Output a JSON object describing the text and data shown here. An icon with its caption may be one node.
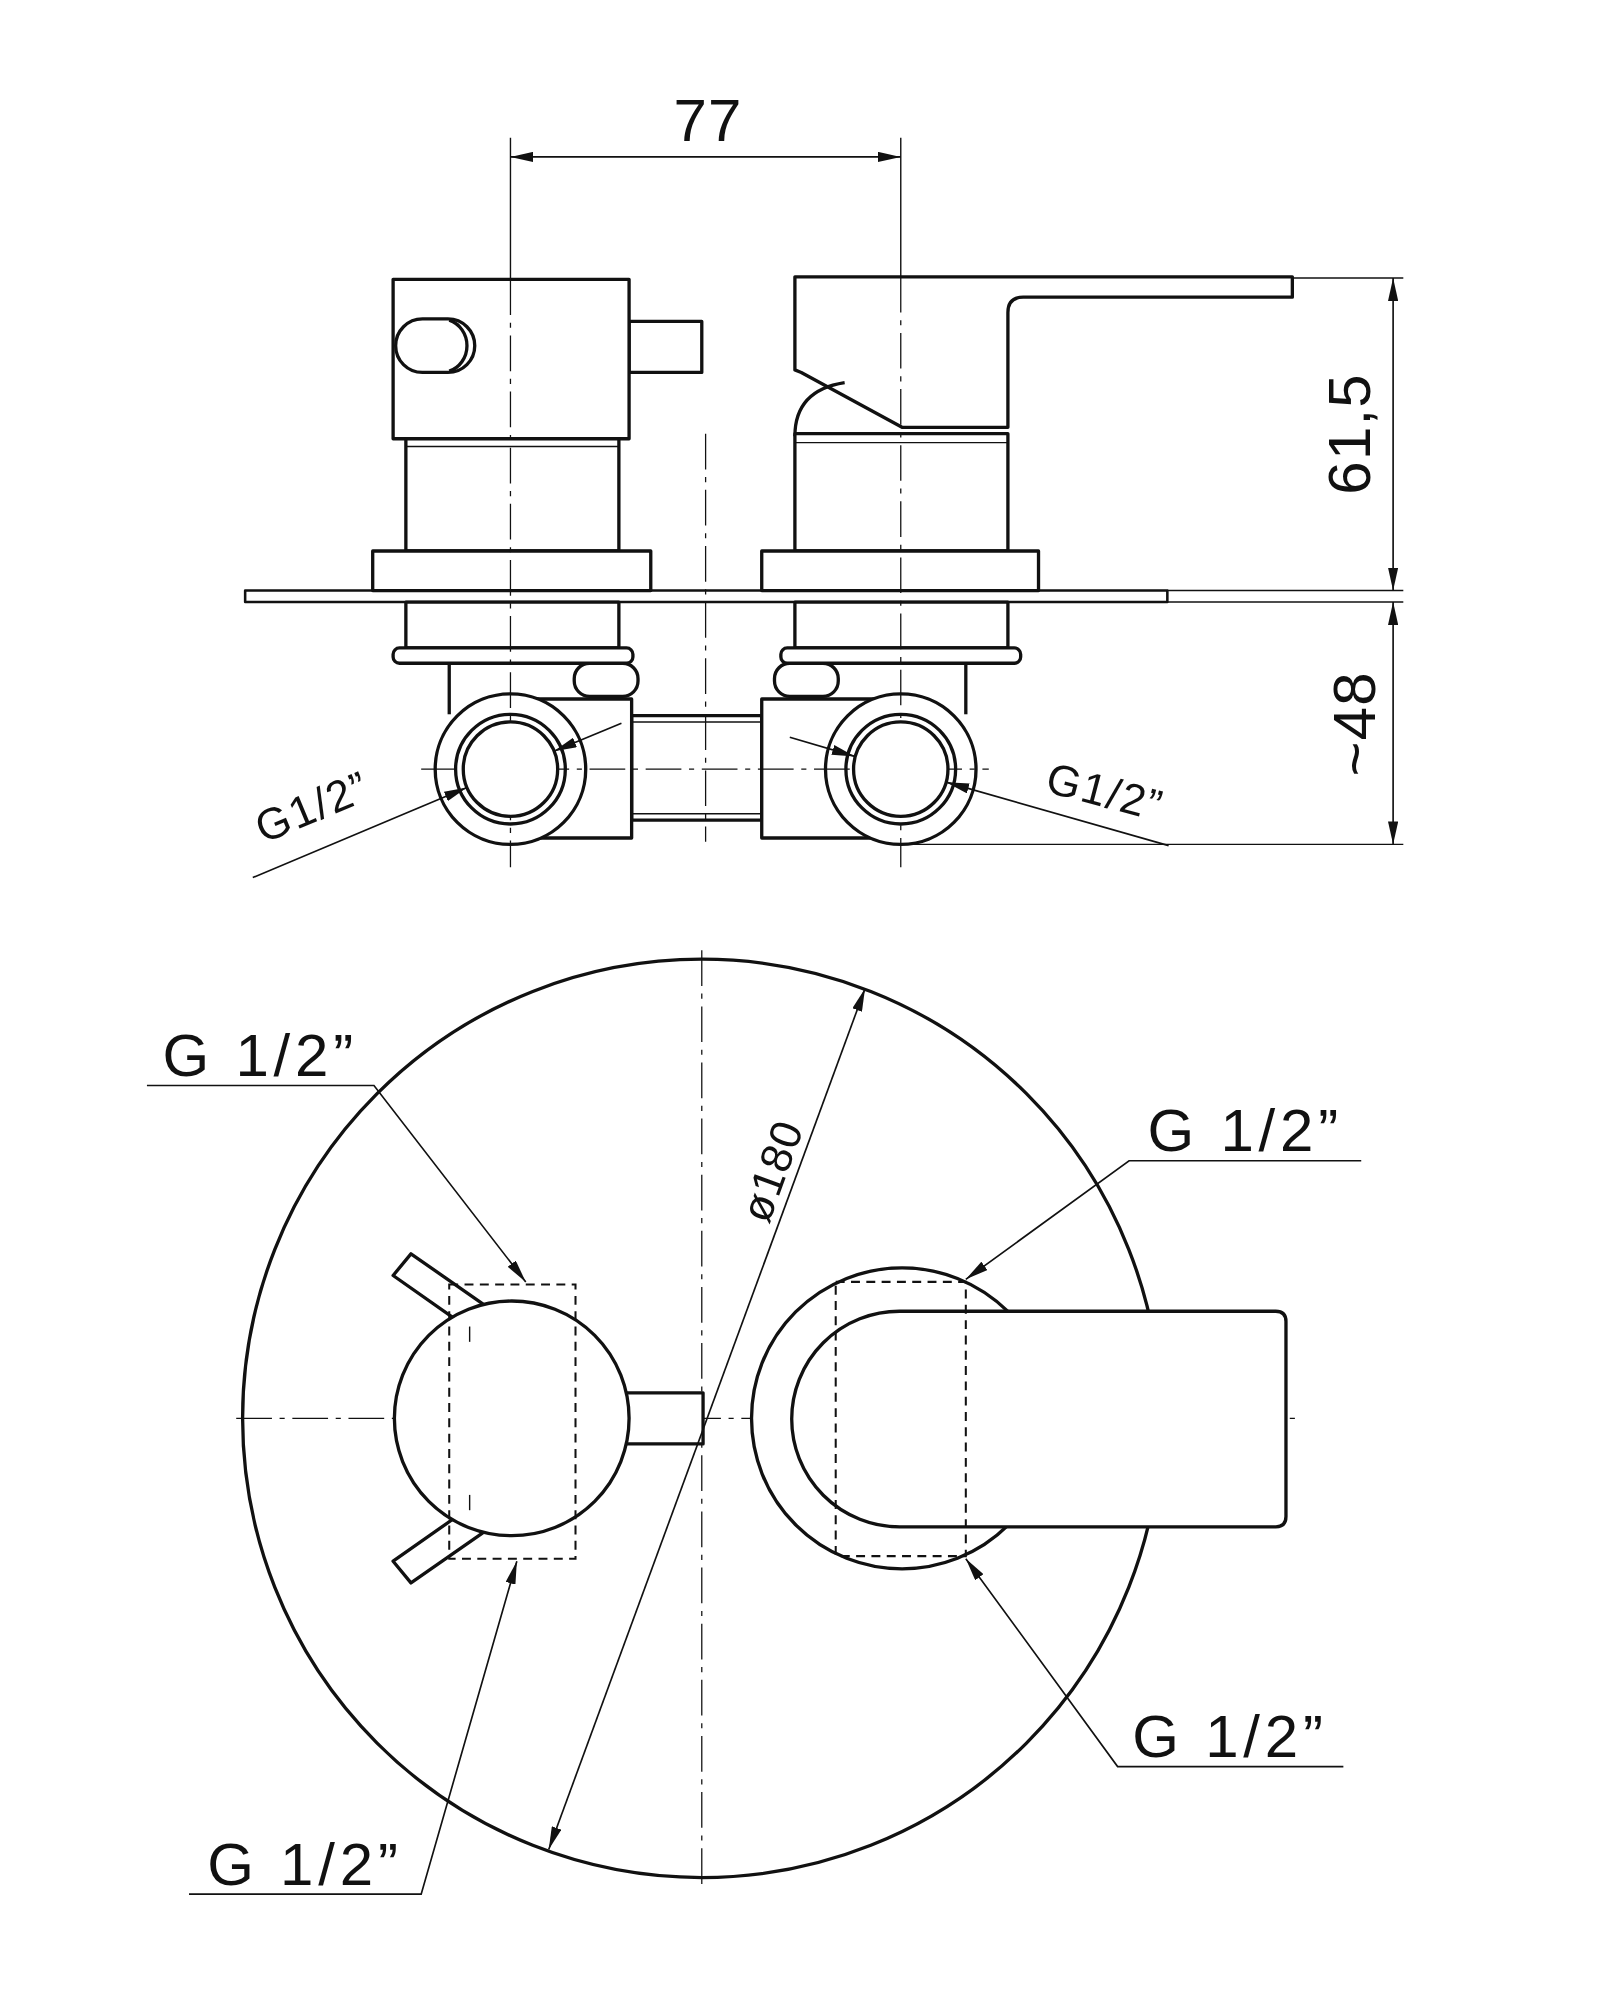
{
  "diagram": {
    "nodes": [
      {
        "text": [
          "G1/2”"
        ]
      },
      {
        "text": [],
        "shape": "circle"
      },
      {
        "text": [
          "G1/2”"
        ]
      },
      {
        "text": [],
        "shape": "circle"
      },
      {
        "text": [
          "G 1/2”"
        ]
      },
      {
        "text": [],
        "shape": "box"
      },
      {
        "text": [
          "G 1/2”"
        ]
      },
      {
        "text": [],
        "shape": "box"
      },
      {
        "text": [
          "G 1/2”"
        ]
      },
      {
        "text": [
          "G 1/2”"
        ]
      }
    ],
    "edges": [
      {
        "from": 0,
        "to": 1,
        "arrow": "to"
      },
      {
        "from": 2,
        "to": 3,
        "arrow": "to"
      },
      {
        "from": 4,
        "to": 5,
        "arrow": "to"
      },
      {
        "from": 6,
        "to": 7,
        "arrow": "to"
      },
      {
        "from": 8,
        "to": 7,
        "arrow": "to"
      },
      {
        "from": 9,
        "to": 5,
        "arrow": "to"
      }
    ],
    "labels": [
      "77",
      "61,5",
      "~48",
      "ø180"
    ]
  }
}
